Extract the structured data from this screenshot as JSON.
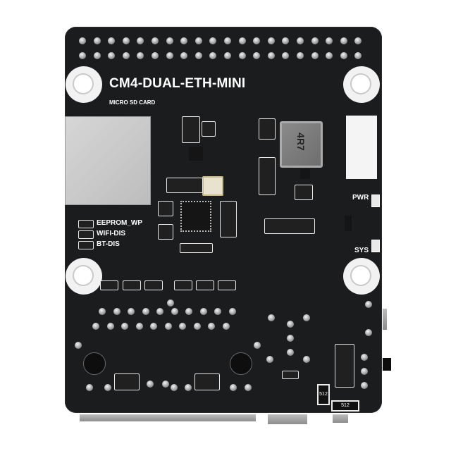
{
  "board": {
    "title": "CM4-DUAL-ETH-MINI",
    "sd_label": "MICRO SD CARD",
    "switch_labels": [
      "EEPROM_WP",
      "WIFI-DIS",
      "BT-DIS"
    ],
    "led_labels": {
      "pwr": "PWR",
      "sys": "SYS"
    },
    "inductor_marking": "4R7",
    "resistor_markings": [
      "512",
      "512"
    ],
    "colors": {
      "pcb": "#1b1c1e",
      "silkscreen": "#ffffff",
      "metal": "#bdbdbd"
    }
  }
}
